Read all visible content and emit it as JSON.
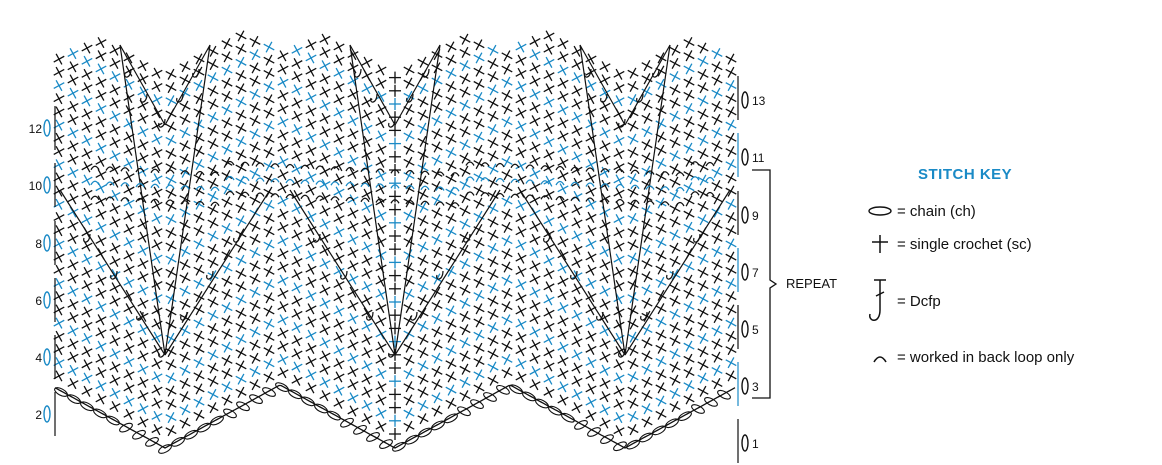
{
  "colors": {
    "black": "#111111",
    "blue": "#1a8ac6"
  },
  "row_numbers_left": [
    "2",
    "4",
    "6",
    "8",
    "10",
    "12"
  ],
  "row_numbers_right": [
    "1",
    "3",
    "5",
    "7",
    "9",
    "11",
    "13"
  ],
  "repeat_label": "REPEAT",
  "stitch_key": {
    "title": "STITCH KEY",
    "items": [
      {
        "icon": "chain-oval-icon",
        "label": "= chain (ch)"
      },
      {
        "icon": "single-crochet-cross-icon",
        "label": "= single crochet (sc)"
      },
      {
        "icon": "dcfp-hook-icon",
        "label": "= Dcfp"
      },
      {
        "icon": "back-loop-arc-icon",
        "label": "= worked in back loop only"
      }
    ]
  }
}
